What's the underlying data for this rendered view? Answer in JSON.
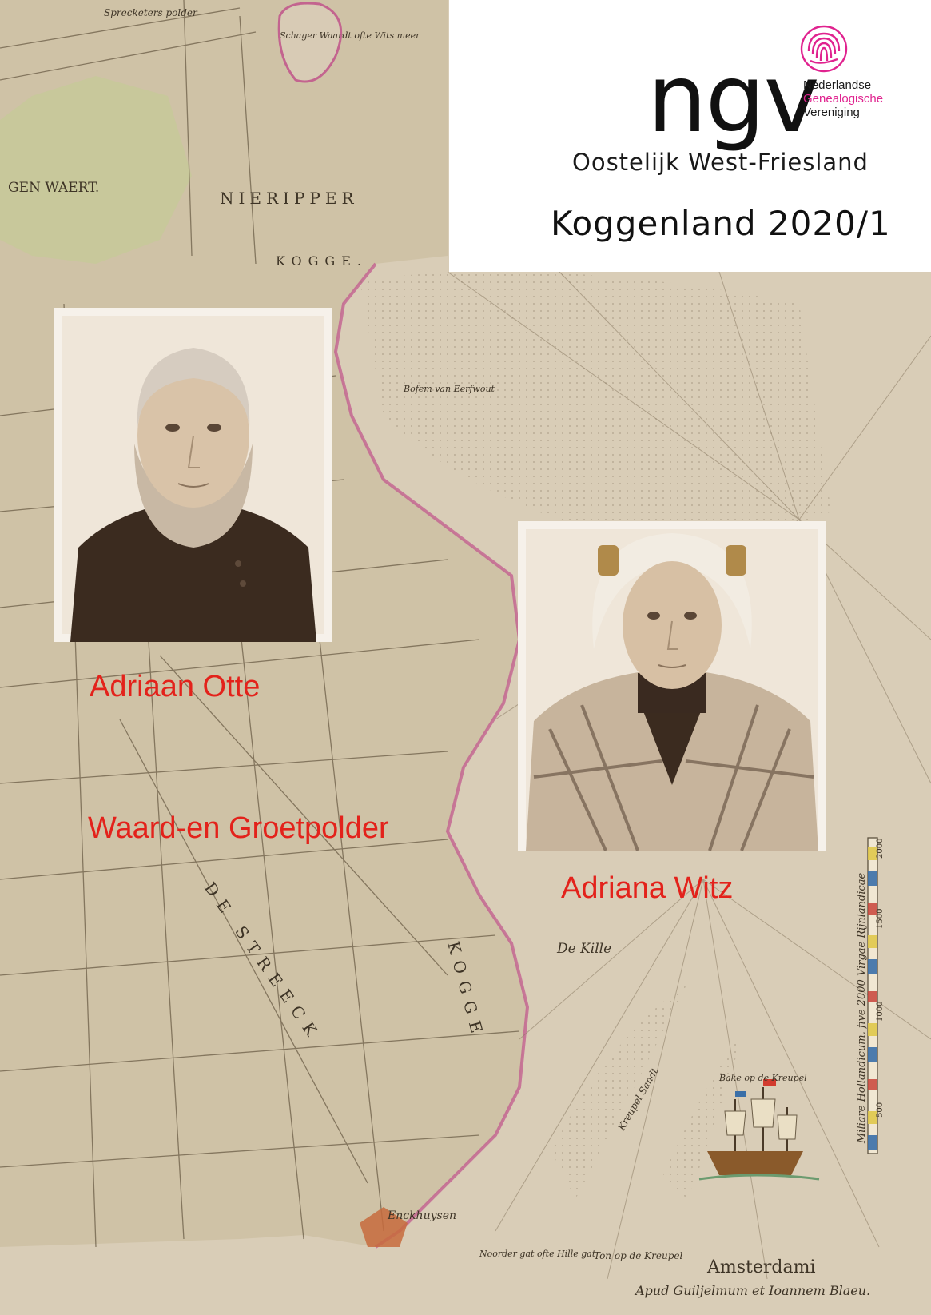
{
  "organization": {
    "abbreviation": "ngv",
    "name_lines": [
      "Nederlandse",
      "Genealogische",
      "Vereniging"
    ],
    "department": "Oostelijk West-Friesland"
  },
  "issue": {
    "title": "Koggenland 2020/1"
  },
  "portraits": [
    {
      "caption": "Adriaan Otte"
    },
    {
      "caption": "Adriana Witz"
    }
  ],
  "article": {
    "title": "Waard-en Groetpolder"
  },
  "map": {
    "labels": [
      "Sprecketers polder",
      "Schager Waardt ofte Wits meer",
      "GEN WAERT.",
      "NIERIPPER",
      "KOGGE.",
      "Bofem van Eerfwout",
      "De Kille",
      "Amsterdami",
      "Apud Guiljelmum et Ioannem Blaeu.",
      "Noorder gat ofte Hille gat",
      "Ton op de Kreupel",
      "Bake op de Kreupel",
      "Kreupel Sandt",
      "Enckhuysen",
      "DE STREECK",
      "KOGGE",
      "Miliare Hollandicum, five 2000 Virgae Rijnlandicae"
    ],
    "scale_ticks": [
      "500",
      "1000",
      "1500",
      "2000"
    ]
  },
  "colors": {
    "brand_pink": "#e0238f",
    "label_red": "#e3221b",
    "paper": "#d9cdb7",
    "polder_green": "#c7c99a",
    "coast_pink": "#c25a8d"
  }
}
